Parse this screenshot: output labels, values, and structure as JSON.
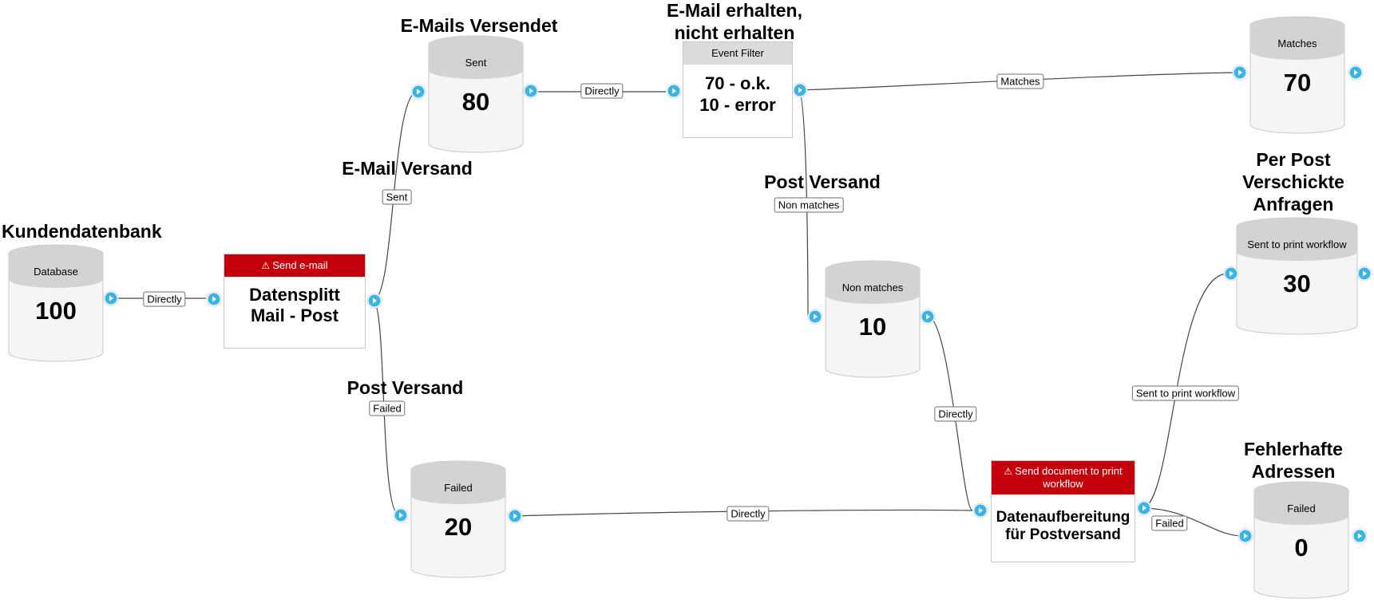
{
  "headings": {
    "kundendatenbank": "Kundendatenbank",
    "emails_versendet": "E-Mails Versendet",
    "email_erhalten": [
      "E-Mail erhalten,",
      "nicht erhalten"
    ],
    "email_versand": "E-Mail Versand",
    "post_versand_top": "Post Versand",
    "post_versand_bottom": "Post Versand",
    "per_post": [
      "Per Post",
      "Verschickte",
      "Anfragen"
    ],
    "fehlerhafte": [
      "Fehlerhafte",
      "Adressen"
    ]
  },
  "cylinders": {
    "database": {
      "label": "Database",
      "value": "100"
    },
    "sent": {
      "label": "Sent",
      "value": "80"
    },
    "failed_left": {
      "label": "Failed",
      "value": "20"
    },
    "non_matches": {
      "label": "Non matches",
      "value": "10"
    },
    "matches": {
      "label": "Matches",
      "value": "70"
    },
    "sent_to_print": {
      "label": "Sent to print workflow",
      "value": "30"
    },
    "failed_right": {
      "label": "Failed",
      "value": "0"
    }
  },
  "nodes": {
    "send_email": {
      "header": "Send e-mail",
      "body": [
        "Datensplitt",
        "Mail - Post"
      ]
    },
    "event_filter": {
      "header": "Event Filter",
      "body": [
        "70 - o.k.",
        "10 - error"
      ]
    },
    "send_doc": {
      "header": [
        "Send document to print",
        "workflow"
      ],
      "body": [
        "Datenaufbereitung",
        "für Postversand"
      ]
    }
  },
  "tags": {
    "db_to_email": "Directly",
    "email_sent": "Sent",
    "email_failed": "Failed",
    "sent_to_filter": "Directly",
    "filter_matches": "Matches",
    "filter_non_matches": "Non matches",
    "nonmatch_to_print": "Directly",
    "failed_to_print": "Directly",
    "print_sent": "Sent to print workflow",
    "print_failed": "Failed"
  },
  "colors": {
    "alert_header": "#c4000d",
    "port": "#3ab4e6",
    "cylinder_top": "#d3d3d3",
    "cylinder_body": "#f5f5f5",
    "wire": "#444444"
  },
  "icons": {
    "port": "play-circle-icon",
    "warning": "warning-triangle-icon"
  }
}
